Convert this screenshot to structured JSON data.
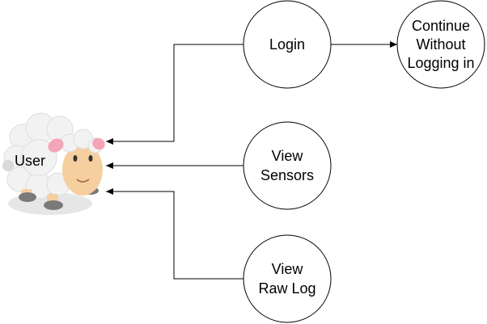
{
  "diagram": {
    "actor": {
      "label": "User",
      "icon": "sheep-icon"
    },
    "nodes": {
      "login": {
        "lines": [
          "Login"
        ]
      },
      "continue": {
        "lines": [
          "Continue",
          "Without",
          "Logging in"
        ]
      },
      "view_sensors": {
        "lines": [
          "View",
          "Sensors"
        ]
      },
      "view_raw_log": {
        "lines": [
          "View",
          "Raw Log"
        ]
      }
    },
    "edges": [
      {
        "from": "login",
        "to": "user"
      },
      {
        "from": "view_sensors",
        "to": "user"
      },
      {
        "from": "view_raw_log",
        "to": "user"
      },
      {
        "from": "login",
        "to": "continue"
      }
    ],
    "colors": {
      "stroke": "#000000",
      "background": "#ffffff",
      "sheep_wool": "#f0f0f0",
      "sheep_face": "#f5cfa0",
      "sheep_ear": "#f4a6b8",
      "sheep_hoof": "#777777",
      "sheep_shadow": "#e8e8e8"
    }
  }
}
